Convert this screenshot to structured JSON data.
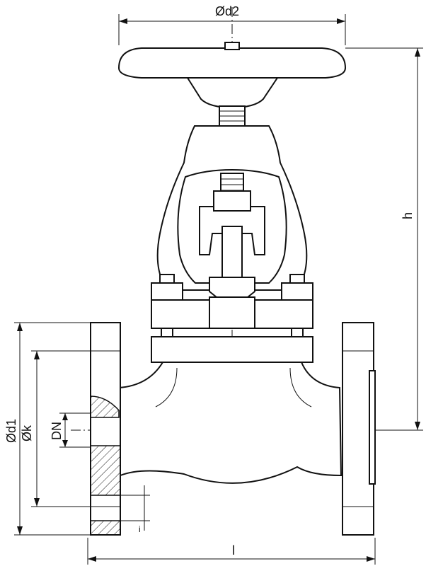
{
  "dimension_labels": {
    "handwheel_diameter": "Ød2",
    "height": "h",
    "flange_outer_diameter": "Ød1",
    "bolt_circle_diameter": "Øk",
    "nominal_diameter": "DN",
    "length": "l",
    "bolt_hole_label": "i"
  }
}
